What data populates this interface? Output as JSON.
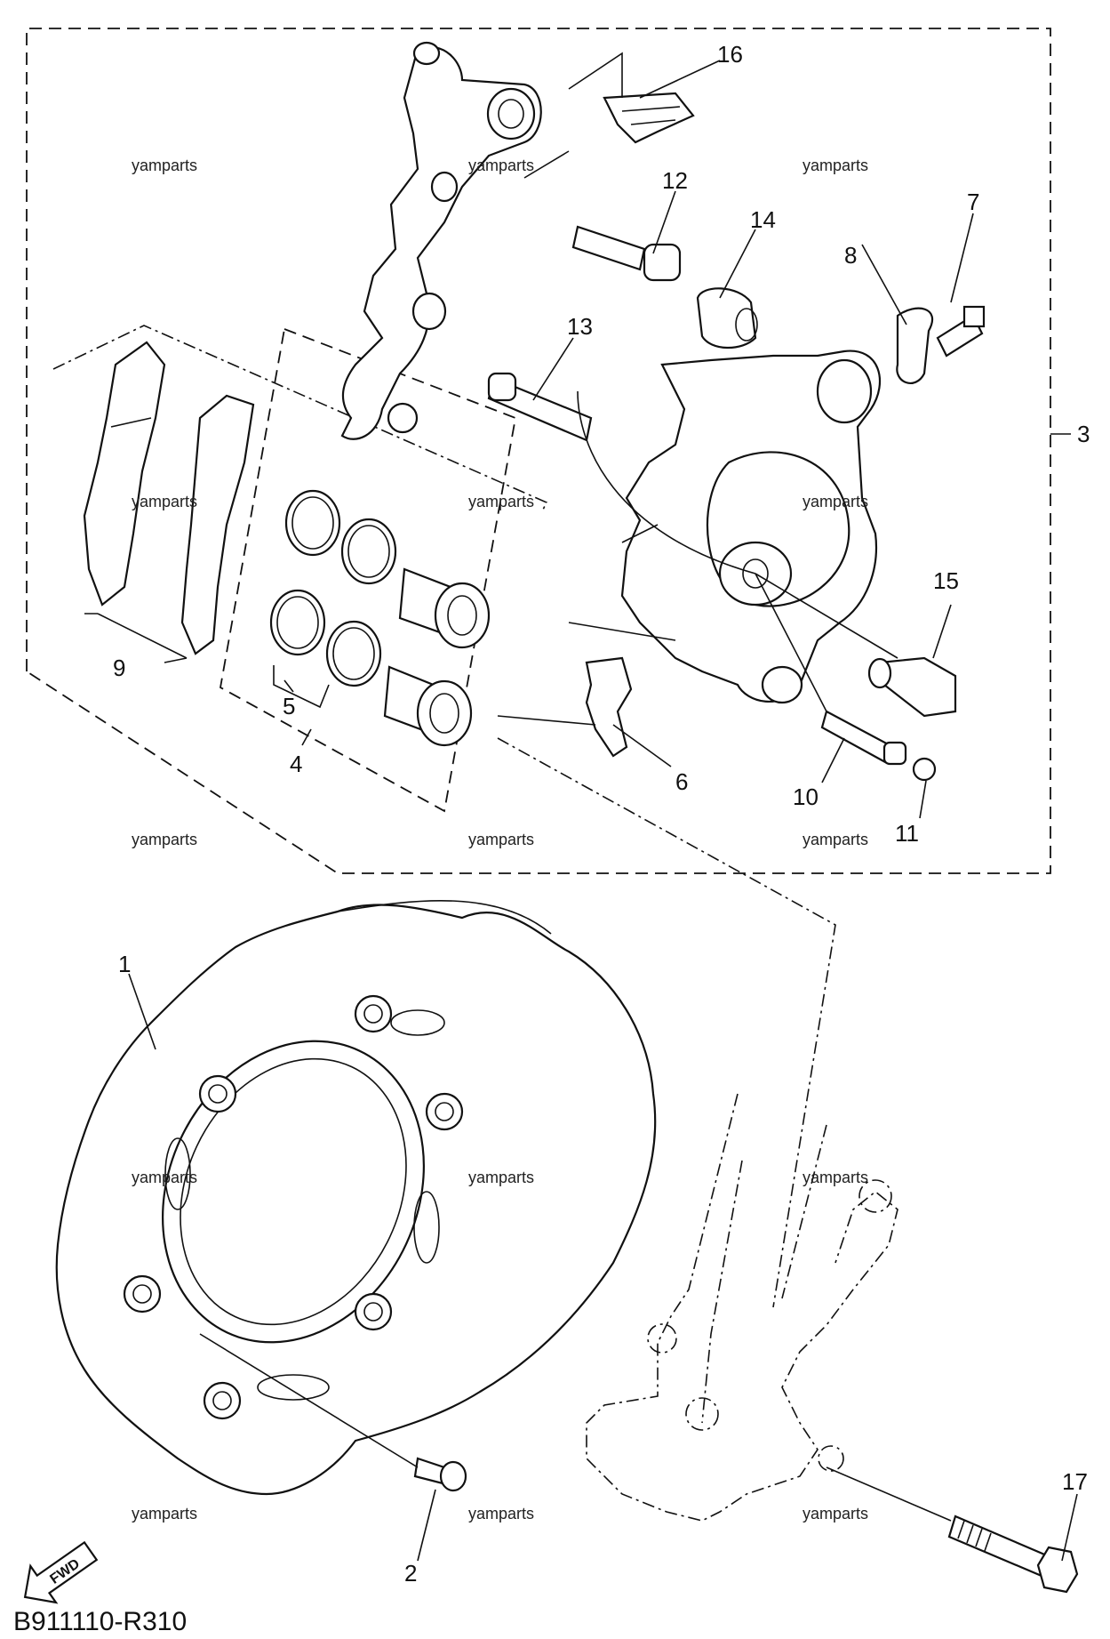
{
  "diagram_code": "B911110-R310",
  "fwd_label": "FWD",
  "watermark": "yamparts",
  "callouts": [
    "1",
    "2",
    "3",
    "4",
    "5",
    "6",
    "7",
    "8",
    "9",
    "10",
    "11",
    "12",
    "13",
    "14",
    "15",
    "16",
    "17"
  ]
}
